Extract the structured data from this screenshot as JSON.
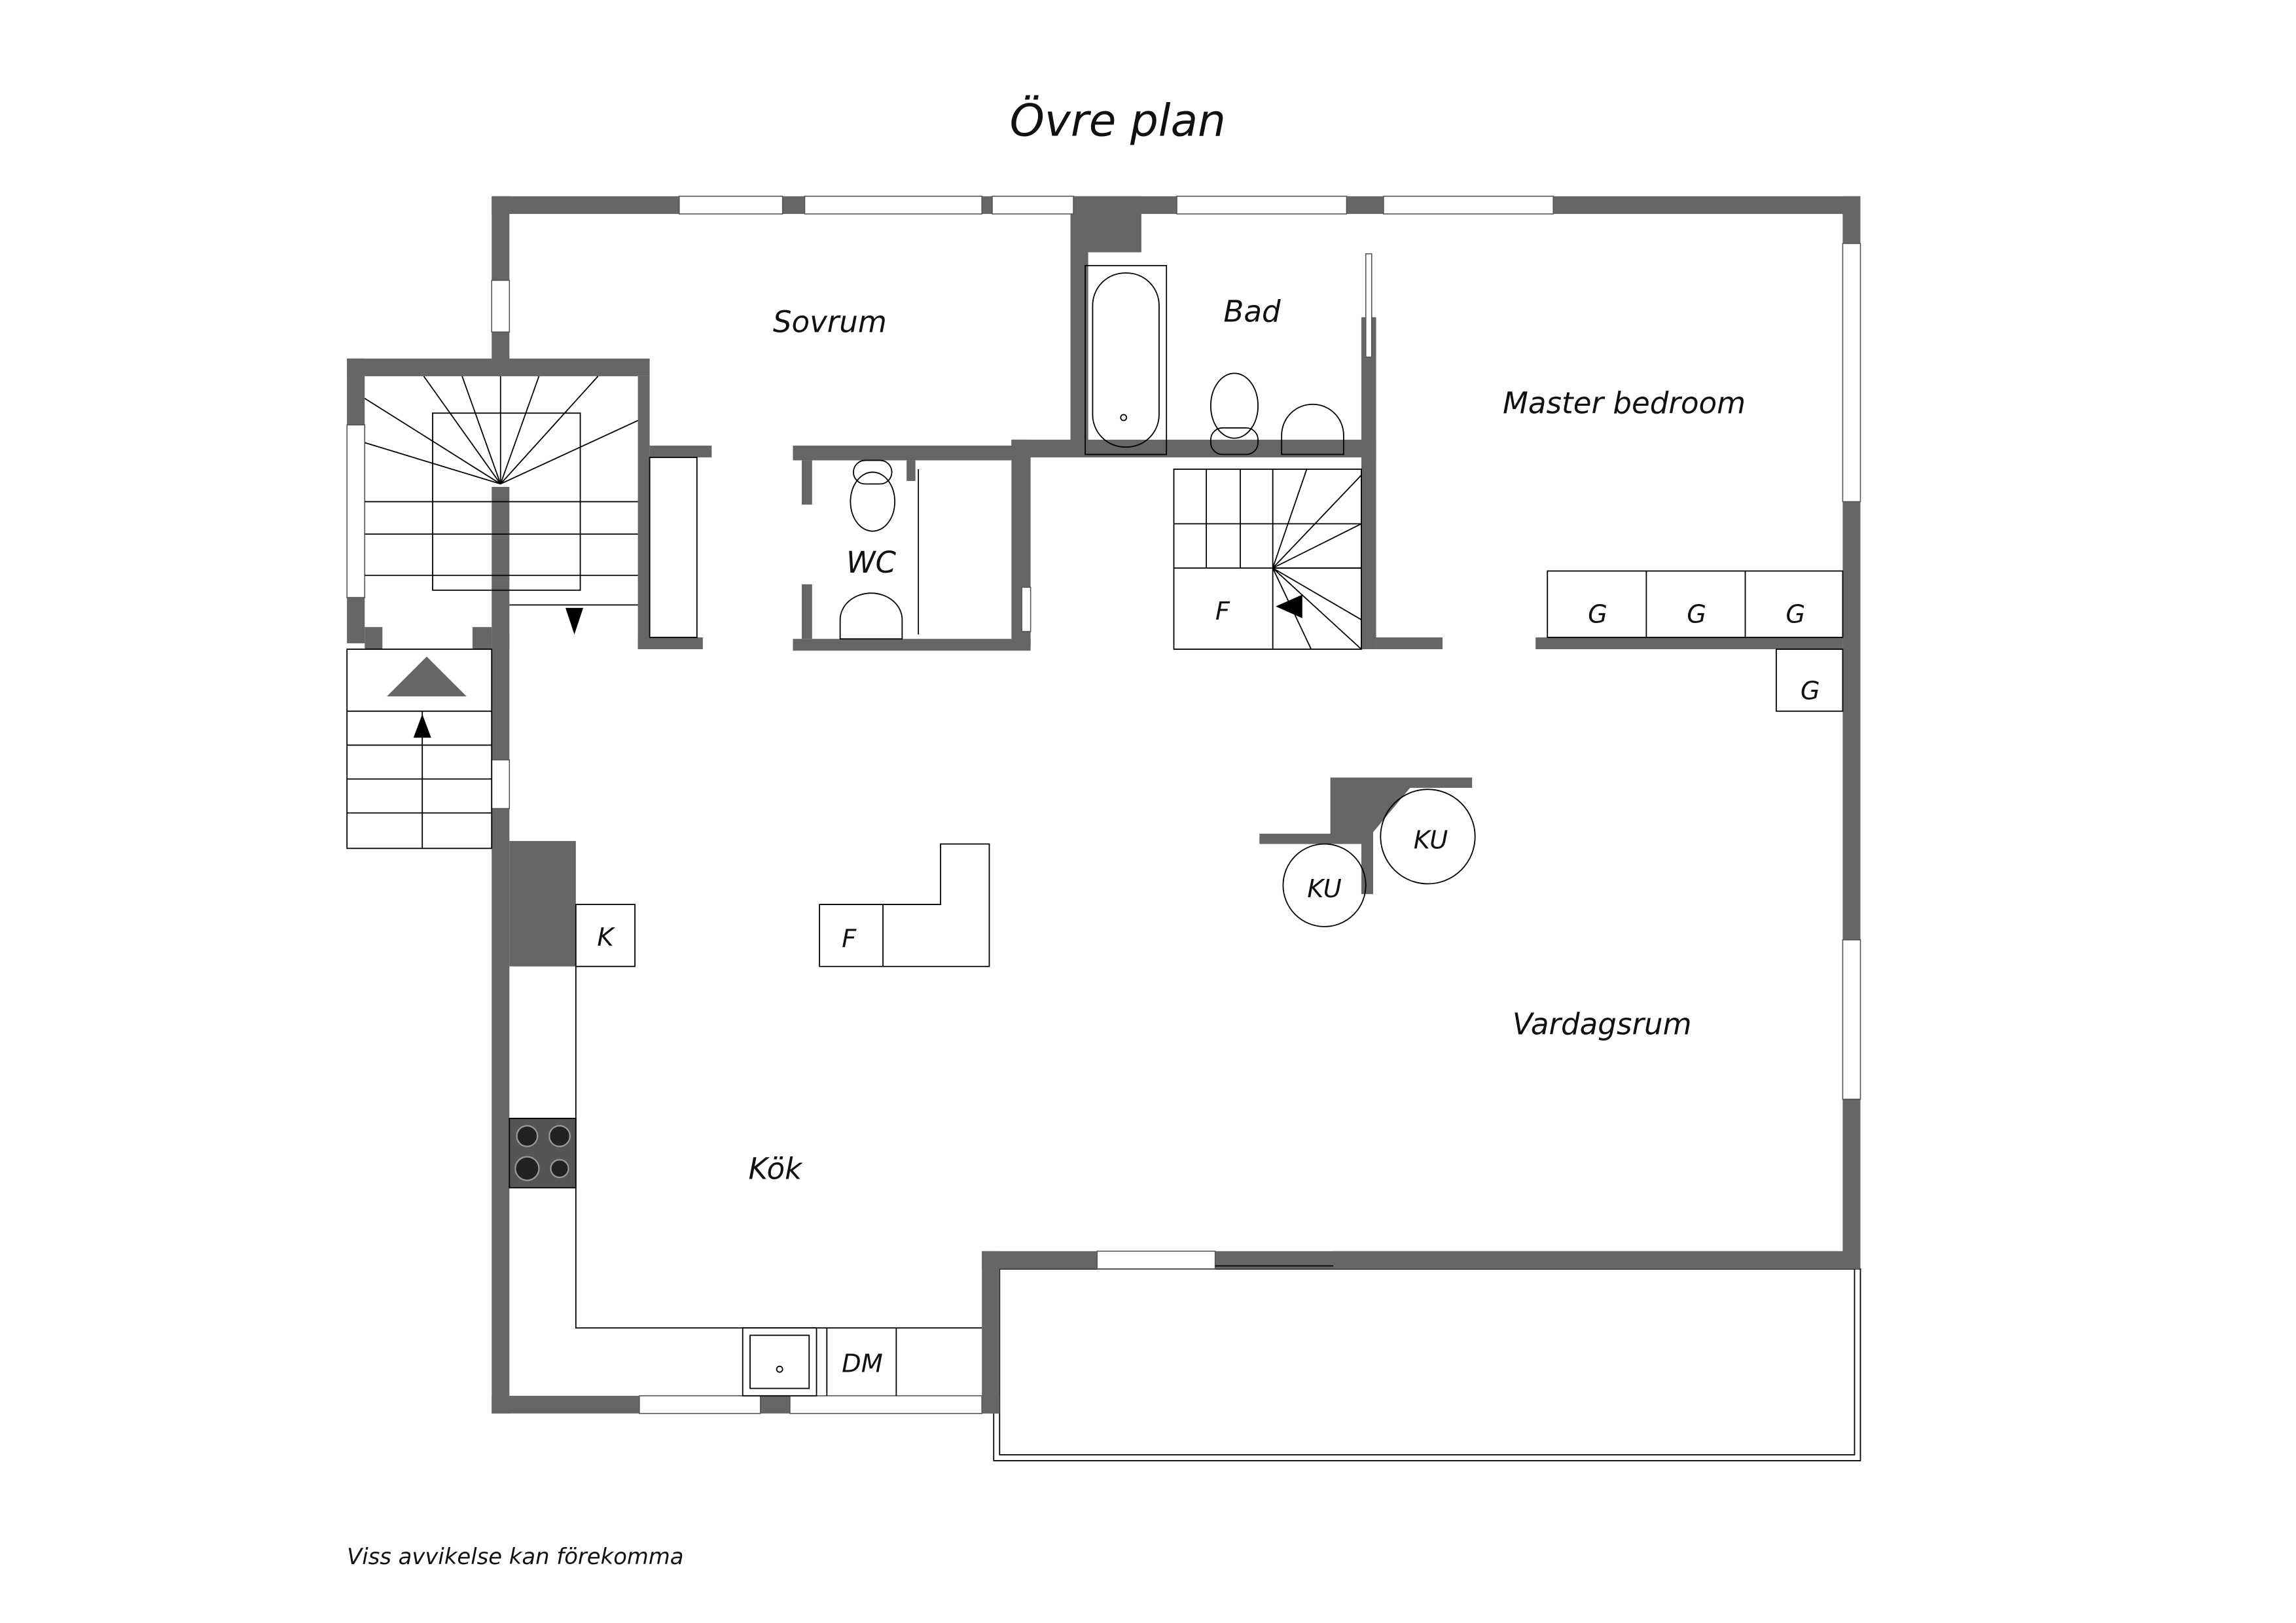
{
  "title": "Övre plan",
  "rooms": {
    "sovrum": "Sovrum",
    "bad": "Bad",
    "master": "Master bedroom",
    "wc": "WC",
    "vardagsrum": "Vardagsrum",
    "kok": "Kök"
  },
  "fixtures": {
    "f_stair": "F",
    "f_island": "F",
    "k": "K",
    "dm": "DM",
    "g": [
      "G",
      "G",
      "G",
      "G"
    ],
    "ku": [
      "KU",
      "KU"
    ]
  },
  "footer": "Viss avvikelse kan förekomma",
  "colors": {
    "wall": "#666666"
  }
}
